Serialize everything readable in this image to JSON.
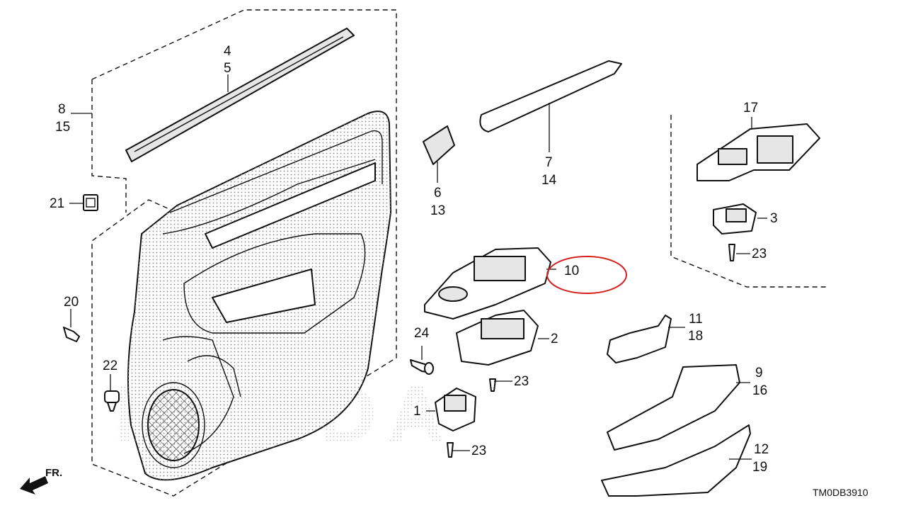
{
  "callouts": {
    "p1": "1",
    "p2": "2",
    "p3": "3",
    "p4": "4",
    "p5": "5",
    "p6": "6",
    "p7": "7",
    "p8": "8",
    "p9": "9",
    "p10": "10",
    "p11": "11",
    "p12": "12",
    "p13": "13",
    "p14": "14",
    "p15": "15",
    "p16": "16",
    "p17": "17",
    "p18": "18",
    "p19": "19",
    "p20": "20",
    "p21": "21",
    "p22": "22",
    "p23a": "23",
    "p23b": "23",
    "p23c": "23",
    "p24": "24"
  },
  "direction_label": "FR.",
  "diagram_code": "TM0DB3910",
  "watermark": "HONDA",
  "highlight_color": "#d62020"
}
